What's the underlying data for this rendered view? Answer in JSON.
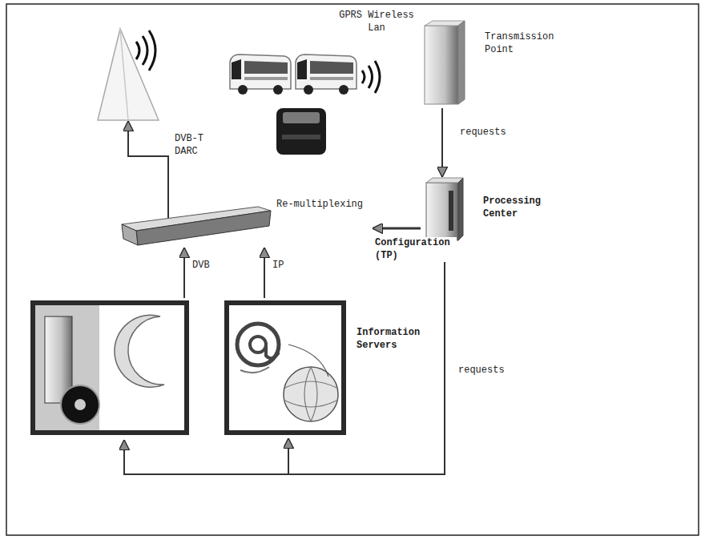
{
  "diagram": {
    "nodes": [
      {
        "text": [
          "Transmission Point"
        ]
      },
      {
        "text": [
          "Processing Center"
        ]
      },
      {
        "text": [
          "Re-multiplexing"
        ]
      },
      {
        "text": [
          "Information Servers"
        ]
      }
    ],
    "edges": [
      {
        "from": 0,
        "to": 1,
        "label": "requests",
        "arrow": "to"
      },
      {
        "from": 1,
        "to": 2,
        "label": "Configuration (TP)",
        "arrow": "to"
      },
      {
        "from": 3,
        "to": 2,
        "label": "DVB",
        "arrow": "to"
      },
      {
        "from": 3,
        "to": 2,
        "label": "IP",
        "arrow": "to"
      },
      {
        "from": 1,
        "to": 3,
        "label": "requests",
        "arrow": "to"
      }
    ],
    "labels": [
      "GPRS Wireless Lan",
      "DVB-T DARC"
    ]
  }
}
